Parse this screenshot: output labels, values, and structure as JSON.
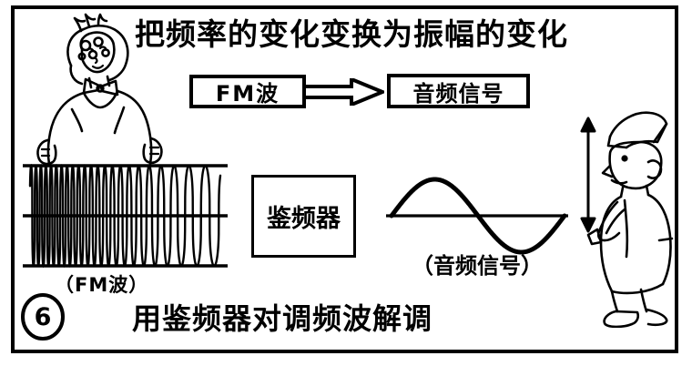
{
  "page": {
    "headline": "把频率的变化变换为振幅的变化",
    "step_number": "6",
    "footer_caption": "用鉴频器对调频波解调"
  },
  "flow": {
    "input_box_label": "FM波",
    "arrow_icon": "right-arrow-icon",
    "output_box_label": "音频信号"
  },
  "diagram": {
    "discriminator_label": "鉴频器",
    "input_waveform_label": "（FM波）",
    "output_waveform_label": "（音频信号）"
  },
  "characters": {
    "left": {
      "name": "woman-pointing-width",
      "gesture_icon": "horizontal-double-arrow-icon"
    },
    "right": {
      "name": "boy-holding-arrow",
      "gesture_icon": "vertical-double-arrow-icon"
    }
  },
  "chart_data": {
    "type": "line",
    "title": "FM wave to audio signal demodulation",
    "charts": [
      {
        "id": "fm-input",
        "name": "FM波",
        "type": "line",
        "description": "Constant amplitude, varying frequency — dense oscillation on left, sparse on right",
        "amplitude": 1.0,
        "cycles": 21,
        "frequency_profile": [
          3.2,
          3.0,
          2.8,
          2.5,
          2.2,
          1.9,
          1.6,
          1.35,
          1.15,
          1.0,
          0.9,
          0.8
        ],
        "envelope_lines": [
          "top",
          "center",
          "bottom"
        ],
        "xlabel": "",
        "ylabel": "",
        "ylim": [
          -1,
          1
        ]
      },
      {
        "id": "audio-output",
        "name": "音频信号",
        "type": "line",
        "description": "Single sine cycle — constant frequency, varying amplitude",
        "amplitude": 1.0,
        "cycles": 1,
        "xlabel": "",
        "ylabel": "",
        "ylim": [
          -1,
          1
        ]
      }
    ],
    "legend_position": "none",
    "grid": false
  },
  "colors": {
    "ink": "#000000",
    "paper": "#ffffff"
  }
}
